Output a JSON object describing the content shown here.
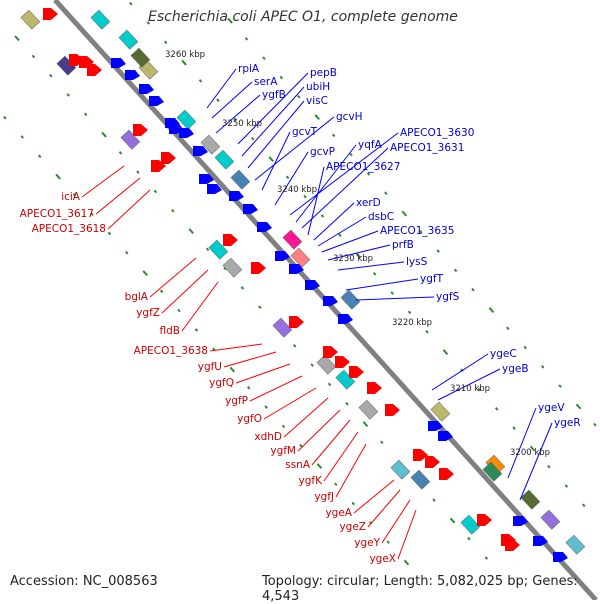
{
  "title": "Escherichia coli APEC O1, complete genome",
  "footer": {
    "accession": "Accession: NC_008563",
    "summary": "Topology: circular; Length: 5,082,025 bp; Genes: 4,543"
  },
  "colors": {
    "forward_gene": "#ff0000",
    "reverse_gene": "#0000ff",
    "forward_label": "#cc0000",
    "reverse_label": "#0000cc",
    "backbone": "#808080",
    "tick": "#2e8b2e"
  },
  "scale_labels": [
    "3260 kbp",
    "3250 kbp",
    "3240 kbp",
    "3230 kbp",
    "3220 kbp",
    "3210 kbp",
    "3200 kbp"
  ],
  "reverse_gene_labels": [
    "rpiA",
    "serA",
    "ygfB",
    "pepB",
    "ubiH",
    "visC",
    "gcvH",
    "gcvT",
    "gcvP",
    "APECO1_3630",
    "yqfA",
    "APECO1_3631",
    "APECO1_3627",
    "xerD",
    "dsbC",
    "APECO1_3635",
    "prfB",
    "lysS",
    "ygfT",
    "ygfS",
    "ygeC",
    "ygeB",
    "ygeV",
    "ygeR"
  ],
  "forward_gene_labels": [
    "iciA",
    "APECO1_3617",
    "APECO1_3618",
    "bglA",
    "ygfZ",
    "fldB",
    "APECO1_3638",
    "ygfU",
    "ygfQ",
    "ygfP",
    "ygfO",
    "xdhD",
    "ygfM",
    "ssnA",
    "ygfK",
    "ygfJ",
    "ygeA",
    "ygeZ",
    "ygeY",
    "ygeX"
  ]
}
